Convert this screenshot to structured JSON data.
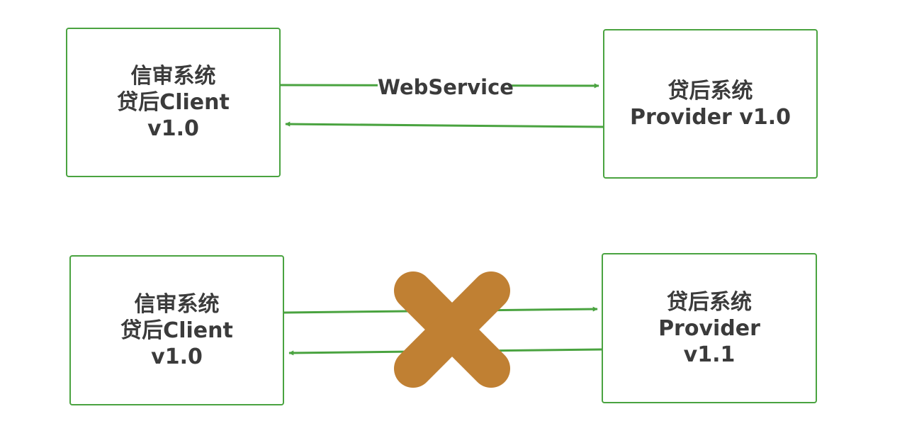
{
  "top_row": {
    "client": {
      "line1": "信审系统",
      "line2": "贷后Client",
      "line3": "v1.0"
    },
    "provider": {
      "line1": "贷后系统",
      "line2": "Provider v1.0"
    },
    "edge_label": "WebService"
  },
  "bottom_row": {
    "client": {
      "line1": "信审系统",
      "line2": "贷后Client",
      "line3": "v1.0"
    },
    "provider": {
      "line1": "贷后系统",
      "line2": "Provider",
      "line3": "v1.1"
    },
    "blocked_marker": "cross-icon"
  },
  "colors": {
    "box_border": "#4aa340",
    "arrow": "#4aa340",
    "text": "#3b3b3b",
    "cross": "#c08033"
  }
}
